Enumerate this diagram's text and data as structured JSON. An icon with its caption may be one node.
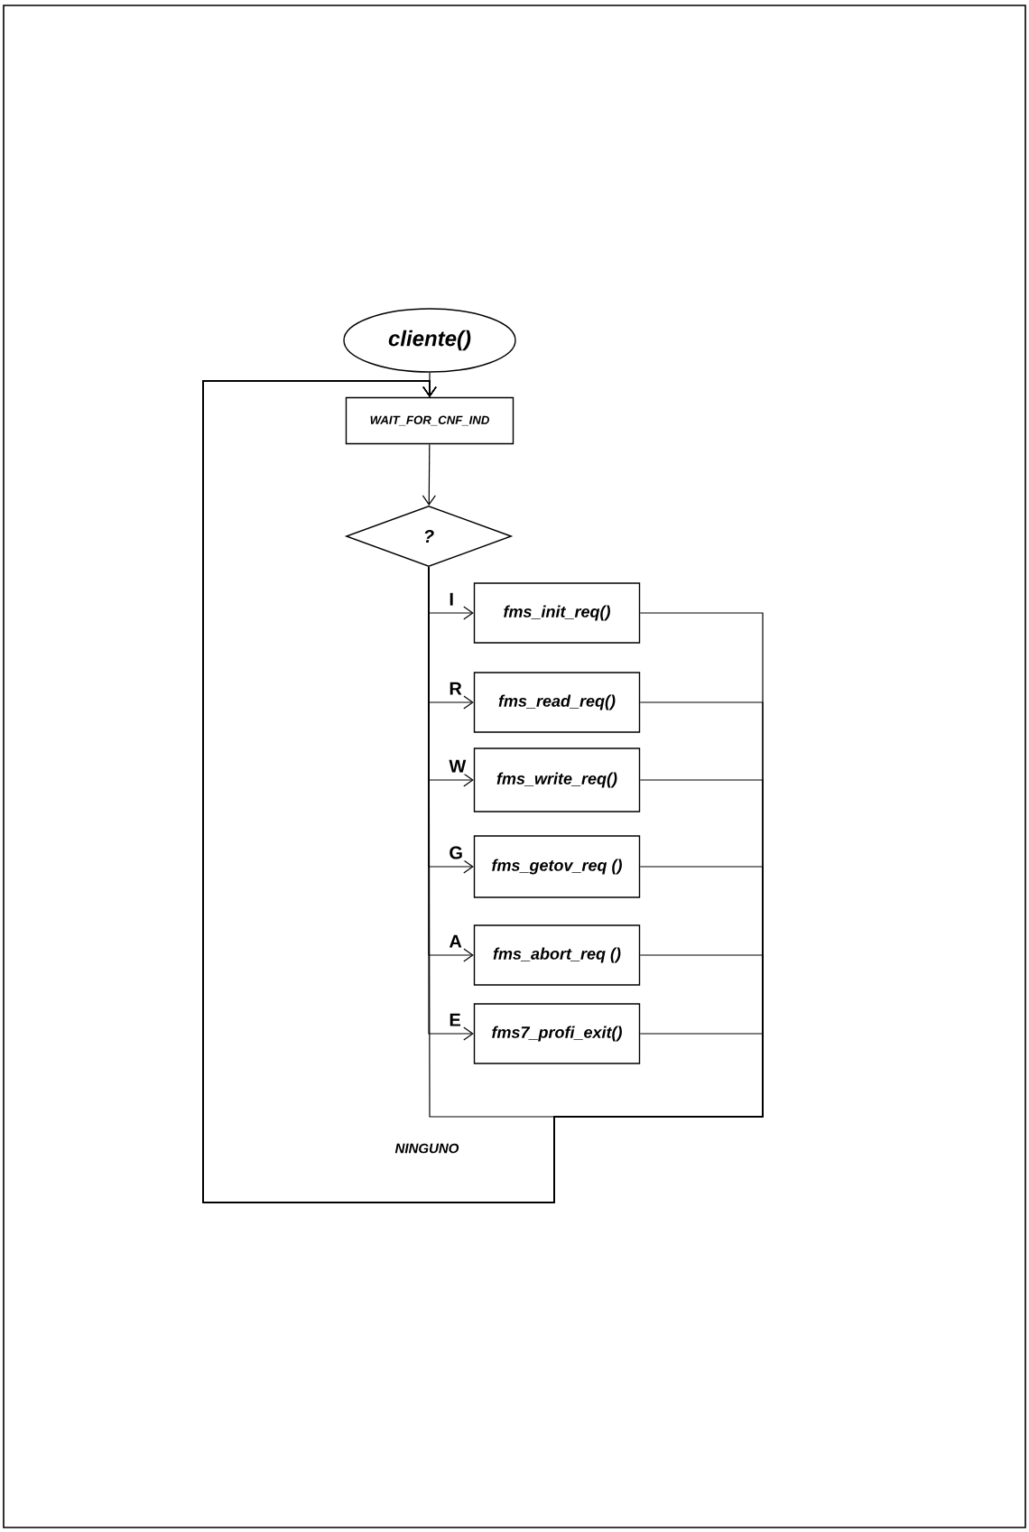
{
  "diagram": {
    "nodes": [
      {
        "text": [
          "cliente()"
        ]
      },
      {
        "text": [
          "WAIT_FOR_CNF_IND"
        ]
      },
      {
        "text": [
          "?"
        ]
      },
      {
        "text": [
          "fms_init_req()"
        ]
      },
      {
        "text": [
          "fms_read_req()"
        ]
      },
      {
        "text": [
          "fms_write_req()"
        ]
      },
      {
        "text": [
          "fms_getov_req ()"
        ]
      },
      {
        "text": [
          "fms_abort_req ()"
        ]
      },
      {
        "text": [
          "fms7_profi_exit()"
        ]
      }
    ],
    "edges": [
      {
        "from": 0,
        "to": 1,
        "arrow": "to"
      },
      {
        "from": 1,
        "to": 2,
        "arrow": "to"
      },
      {
        "from": 2,
        "to": 3,
        "arrow": "to",
        "label": "I"
      },
      {
        "from": 2,
        "to": 4,
        "arrow": "to",
        "label": "R"
      },
      {
        "from": 2,
        "to": 5,
        "arrow": "to",
        "label": "W"
      },
      {
        "from": 2,
        "to": 6,
        "arrow": "to",
        "label": "G"
      },
      {
        "from": 2,
        "to": 7,
        "arrow": "to",
        "label": "A"
      },
      {
        "from": 2,
        "to": 8,
        "arrow": "to",
        "label": "E"
      },
      {
        "from": 3,
        "to": 1,
        "arrow": "to"
      },
      {
        "from": 4,
        "to": 1,
        "arrow": "to"
      },
      {
        "from": 5,
        "to": 1,
        "arrow": "to"
      },
      {
        "from": 6,
        "to": 1,
        "arrow": "to"
      },
      {
        "from": 7,
        "to": 1,
        "arrow": "to"
      },
      {
        "from": 8,
        "to": 1,
        "arrow": "to"
      },
      {
        "from": 2,
        "to": 1,
        "arrow": "to",
        "label": "NINGUNO"
      }
    ]
  }
}
